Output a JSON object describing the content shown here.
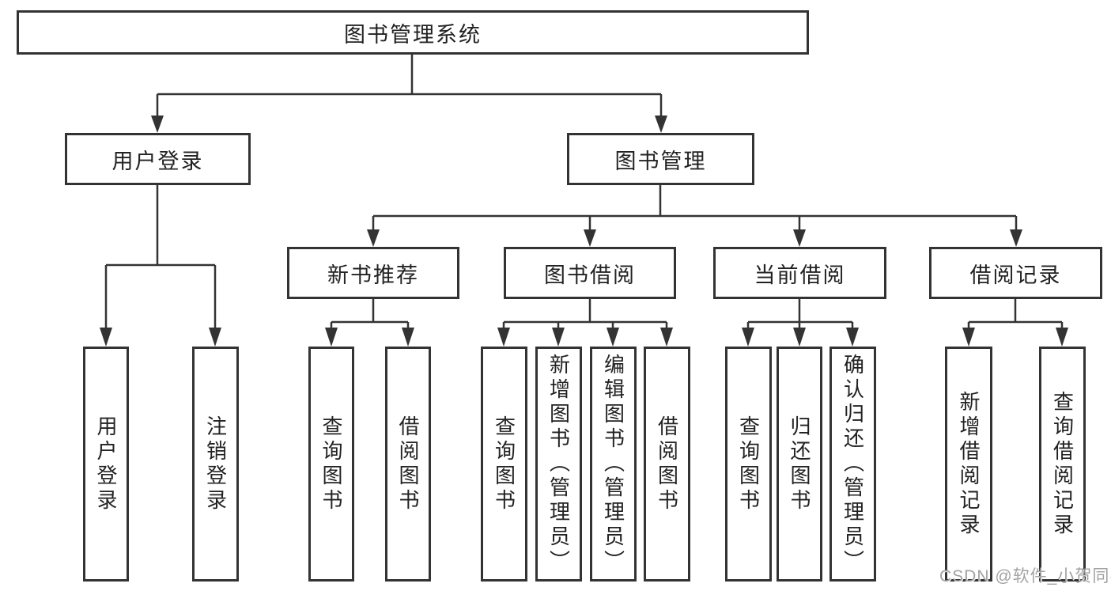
{
  "tree": {
    "root": {
      "label": "图书管理系统"
    },
    "branches": [
      {
        "label": "用户登录",
        "children": [
          {
            "label": "用户登录"
          },
          {
            "label": "注销登录"
          }
        ]
      },
      {
        "label": "图书管理",
        "children": [
          {
            "label": "新书推荐",
            "children": [
              {
                "label": "查询图书"
              },
              {
                "label": "借阅图书"
              }
            ]
          },
          {
            "label": "图书借阅",
            "children": [
              {
                "label": "查询图书"
              },
              {
                "label": "新增图书（管理员）"
              },
              {
                "label": "编辑图书（管理员）"
              },
              {
                "label": "借阅图书"
              }
            ]
          },
          {
            "label": "当前借阅",
            "children": [
              {
                "label": "查询图书"
              },
              {
                "label": "归还图书"
              },
              {
                "label": "确认归还（管理员）"
              }
            ]
          },
          {
            "label": "借阅记录",
            "children": [
              {
                "label": "新增借阅记录"
              },
              {
                "label": "查询借阅记录"
              }
            ]
          }
        ]
      }
    ]
  },
  "watermark": {
    "text": "CSDN @软件_小贺同学"
  },
  "colors": {
    "line": "#333333",
    "text": "#222222",
    "background": "#ffffff",
    "watermark": "#a2a2a2"
  }
}
